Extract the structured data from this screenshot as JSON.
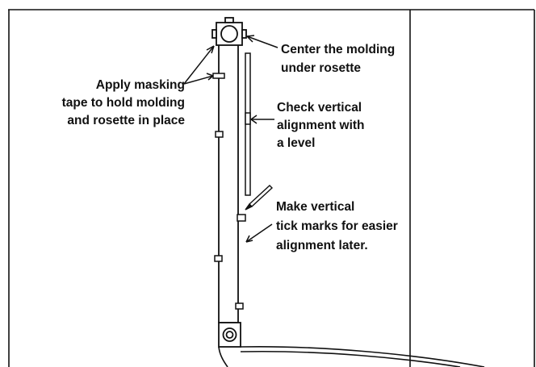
{
  "annotations": {
    "masking_tape": {
      "lines": [
        "Apply masking",
        "tape to hold molding",
        "and rosette in place"
      ]
    },
    "center_molding": {
      "lines": [
        "Center the molding",
        "under rosette"
      ]
    },
    "vertical_alignment": {
      "lines": [
        "Check vertical",
        "alignment with",
        "a level"
      ]
    },
    "tick_marks": {
      "lines": [
        "Make vertical",
        "tick marks for easier",
        "alignment later."
      ]
    }
  },
  "colors": {
    "ink": "#111111",
    "background": "#ffffff"
  }
}
